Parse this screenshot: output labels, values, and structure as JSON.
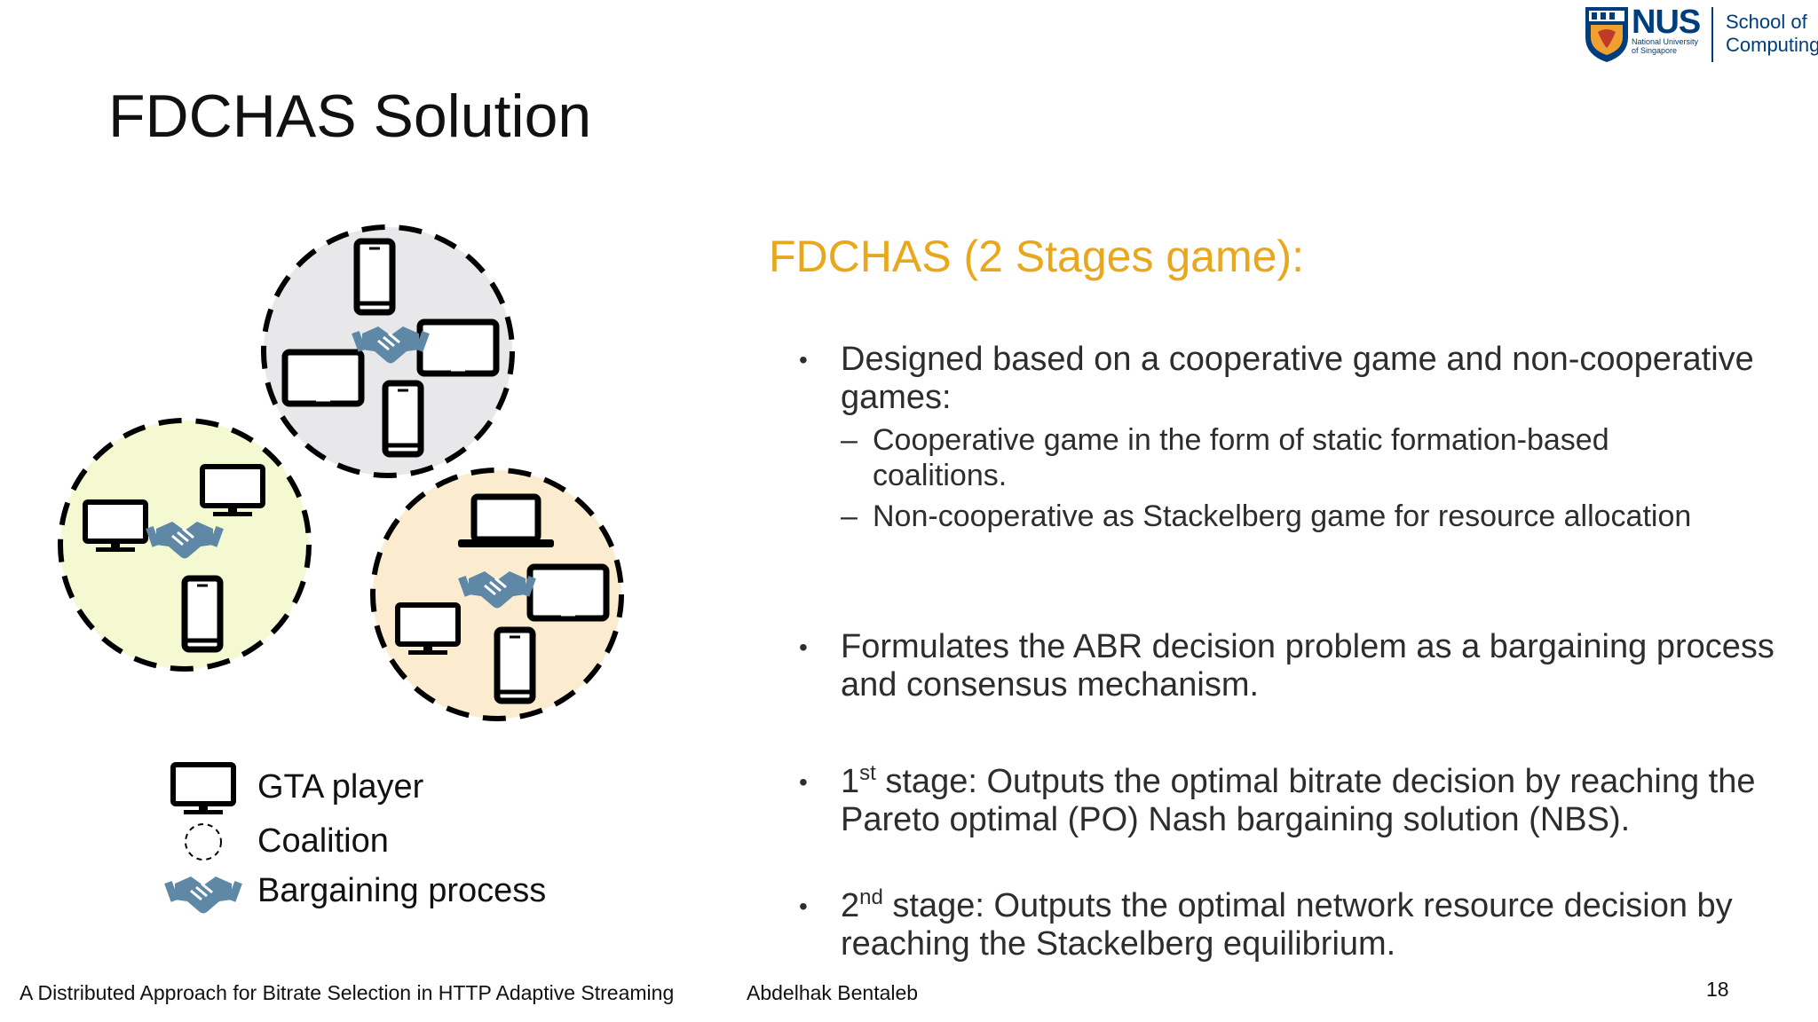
{
  "slide": {
    "title": "FDCHAS Solution",
    "subtitle": "FDCHAS (2 Stages game):"
  },
  "logo": {
    "nus": "NUS",
    "nus_sub_1": "National University",
    "nus_sub_2": "of Singapore",
    "school_1": "School of",
    "school_2": "Computing"
  },
  "bullets": [
    {
      "text": "Designed based on a cooperative game and non-cooperative games:",
      "subs": [
        "Cooperative game in the form of static formation-based coalitions.",
        "Non-cooperative as Stackelberg game for resource allocation"
      ]
    },
    {
      "text": "Formulates the ABR decision problem as a bargaining process and consensus mechanism."
    },
    {
      "ordinal": "1",
      "ordinal_suffix": "st",
      "text": "stage: Outputs the optimal bitrate decision by reaching the Pareto optimal (PO) Nash bargaining solution (NBS)."
    },
    {
      "ordinal": "2",
      "ordinal_suffix": "nd",
      "text": "stage: Outputs the optimal network resource decision by reaching the Stackelberg equilibrium."
    }
  ],
  "bullet_marker": "•",
  "sub_marker": "–",
  "legend": {
    "player": "GTA player",
    "coalition": "Coalition",
    "bargaining": "Bargaining process"
  },
  "footer": {
    "title": "A Distributed Approach for Bitrate Selection in HTTP Adaptive Streaming",
    "author": "Abdelhak Bentaleb",
    "page": "18"
  },
  "colors": {
    "title_accent": "#e8a71c",
    "coalition_top": "#e8e8ea",
    "coalition_left": "#f4f9d2",
    "coalition_right": "#fbecd0",
    "handshake": "#5f87a6",
    "nus_blue": "#003d7c"
  },
  "icons": [
    "nus-crest-icon",
    "phone-icon",
    "tablet-icon",
    "monitor-icon",
    "laptop-icon",
    "handshake-icon"
  ]
}
